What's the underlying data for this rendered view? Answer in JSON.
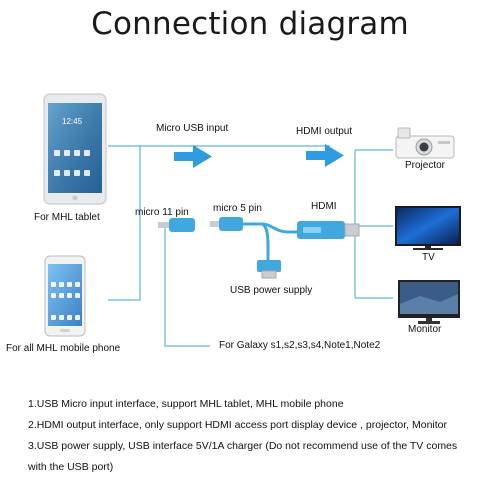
{
  "title": "Connection diagram",
  "labels": {
    "micro_usb_input": "Micro USB input",
    "hdmi_output": "HDMI output",
    "for_mhl_tablet": "For MHL tablet",
    "for_all_mhl_phone": "For all MHL mobile phone",
    "micro_11_pin": "micro 11 pin",
    "micro_5_pin": "micro 5 pin",
    "hdmi": "HDMI",
    "usb_power_supply": "USB power supply",
    "for_galaxy": "For Galaxy s1,s2,s3,s4,Note1,Note2",
    "projector": "Projector",
    "tv": "TV",
    "monitor": "Monitor",
    "tablet_clock": "12:45"
  },
  "notes": [
    "1.USB Micro input interface, support MHL tablet, MHL mobile phone",
    "2.HDMI output interface, only support HDMI access port display device , projector, Monitor",
    "3.USB power supply, USB interface 5V/1A charger (Do not recommend use of the TV comes",
    "with the USB port)"
  ],
  "colors": {
    "line": "#5fb3dc",
    "arrow": "#2f9be0",
    "cable": "#3fa9df"
  }
}
